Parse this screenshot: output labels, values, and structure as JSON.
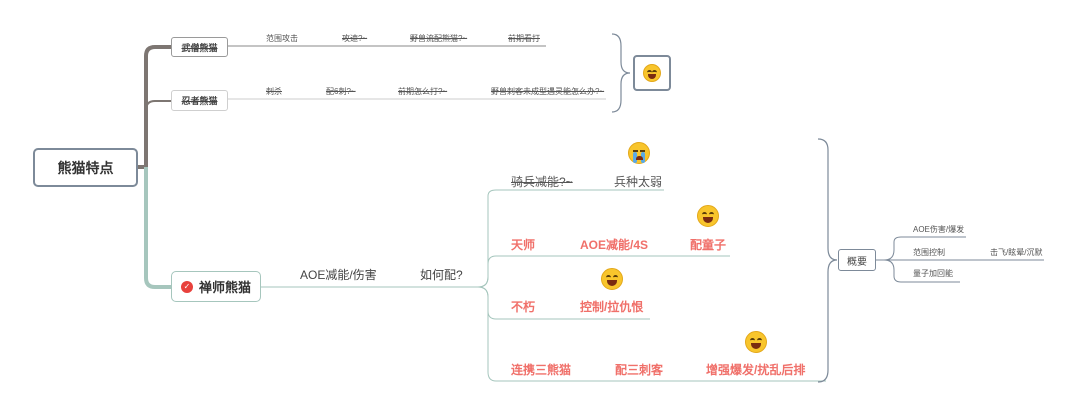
{
  "root": {
    "label": "熊猫特点"
  },
  "branch_wuseng": {
    "label": "武僧熊猫",
    "items": [
      "范围攻击",
      "攻速?~",
      "野兽流配熊猫?~",
      "前期看打"
    ]
  },
  "branch_renzhe": {
    "label": "忍者熊猫",
    "items": [
      "刺杀",
      "配6刺?~",
      "前期怎么打?~",
      "野兽刺客未成型遇灵能怎么办?~"
    ]
  },
  "summary_top": {
    "emoji": "grinning-sweat-face-icon"
  },
  "branch_chanshi": {
    "label": "禅师熊猫",
    "marker": "✓",
    "child1": "AOE减能/伤害",
    "child2": "如何配?",
    "options": [
      {
        "a": "骑兵减能?~",
        "b": "兵种太弱",
        "c": "",
        "emoji": "crying-face-icon"
      },
      {
        "a": "天师",
        "b": "AOE减能/4S",
        "c": "配童子",
        "emoji": "grinning-face-icon"
      },
      {
        "a": "不朽",
        "b": "控制/拉仇恨",
        "c": "",
        "emoji": "grinning-face-icon"
      },
      {
        "a": "连携三熊猫",
        "b": "配三刺客",
        "c": "增强爆发/扰乱后排",
        "emoji": "grinning-face-icon"
      }
    ]
  },
  "summary": {
    "label": "概要",
    "items": [
      "AOE伤害/爆发",
      "范围控制",
      "量子加回能"
    ],
    "sub": "击飞/眩晕/沉默"
  },
  "colors": {
    "accent_red": "#f0706a",
    "branch_dark": "#7d7672",
    "branch_green": "#a6c6bd",
    "line": "#7d8a99"
  }
}
